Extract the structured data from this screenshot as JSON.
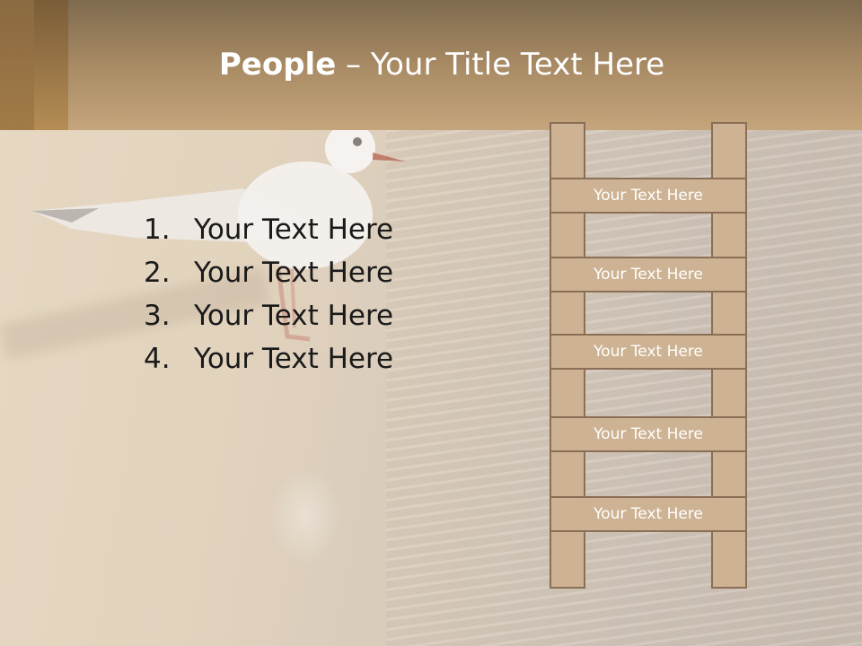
{
  "slide": {
    "title_bold": "People",
    "title_rest": " – Your Title Text Here"
  },
  "list": {
    "items": [
      {
        "number": "1.",
        "text": "Your Text Here"
      },
      {
        "number": "2.",
        "text": "Your Text Here"
      },
      {
        "number": "3.",
        "text": "Your Text Here"
      },
      {
        "number": "4.",
        "text": "Your Text Here"
      }
    ]
  },
  "ladder": {
    "rungs": [
      {
        "text": "Your Text Here"
      },
      {
        "text": "Your Text Here"
      },
      {
        "text": "Your Text Here"
      },
      {
        "text": "Your Text Here"
      },
      {
        "text": "Your Text Here"
      }
    ]
  },
  "colors": {
    "header": "#a88a64",
    "ladder_fill": "#cdb393",
    "ladder_border": "#8a6e55",
    "title_text": "#ffffff",
    "body_text": "#1a1a1a"
  }
}
